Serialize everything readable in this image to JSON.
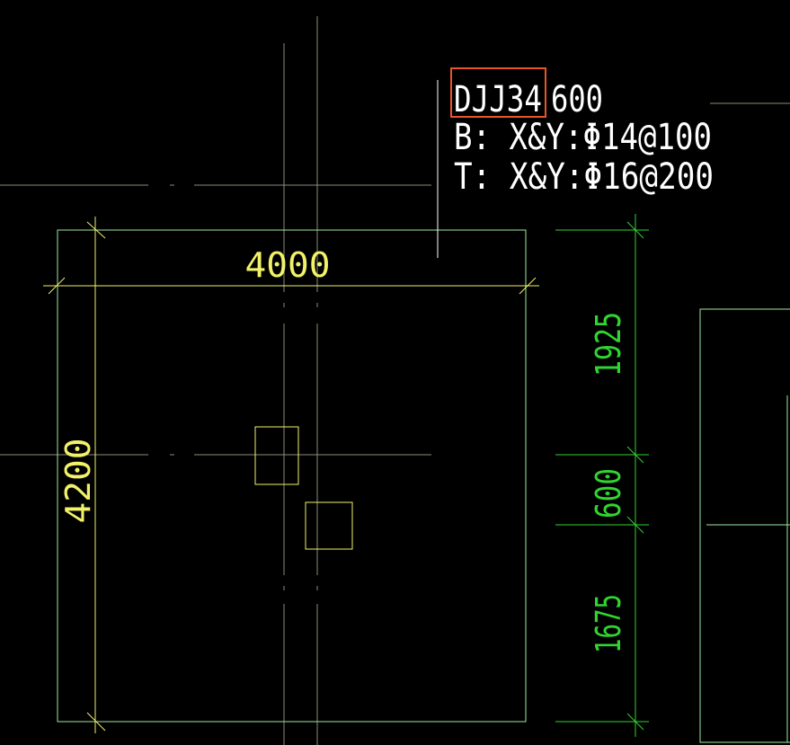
{
  "colors": {
    "background": "#000000",
    "axis": "#8c8c7a",
    "footing": "#9ee89e",
    "column": "#f2f26a",
    "dim_yellow": "#f2f26a",
    "dim_green": "#31d431",
    "label": "#ffffff",
    "highlight": "#e8552b"
  },
  "footing_label": {
    "code": "DJJ34",
    "height": "600",
    "bottom_rebar": "B: X&Y:Φ14@100",
    "top_rebar": "T: X&Y:Φ16@200"
  },
  "dimensions": {
    "width": "4000",
    "height": "4200",
    "segment_top": "1925",
    "segment_mid": "600",
    "segment_bottom": "1675"
  }
}
